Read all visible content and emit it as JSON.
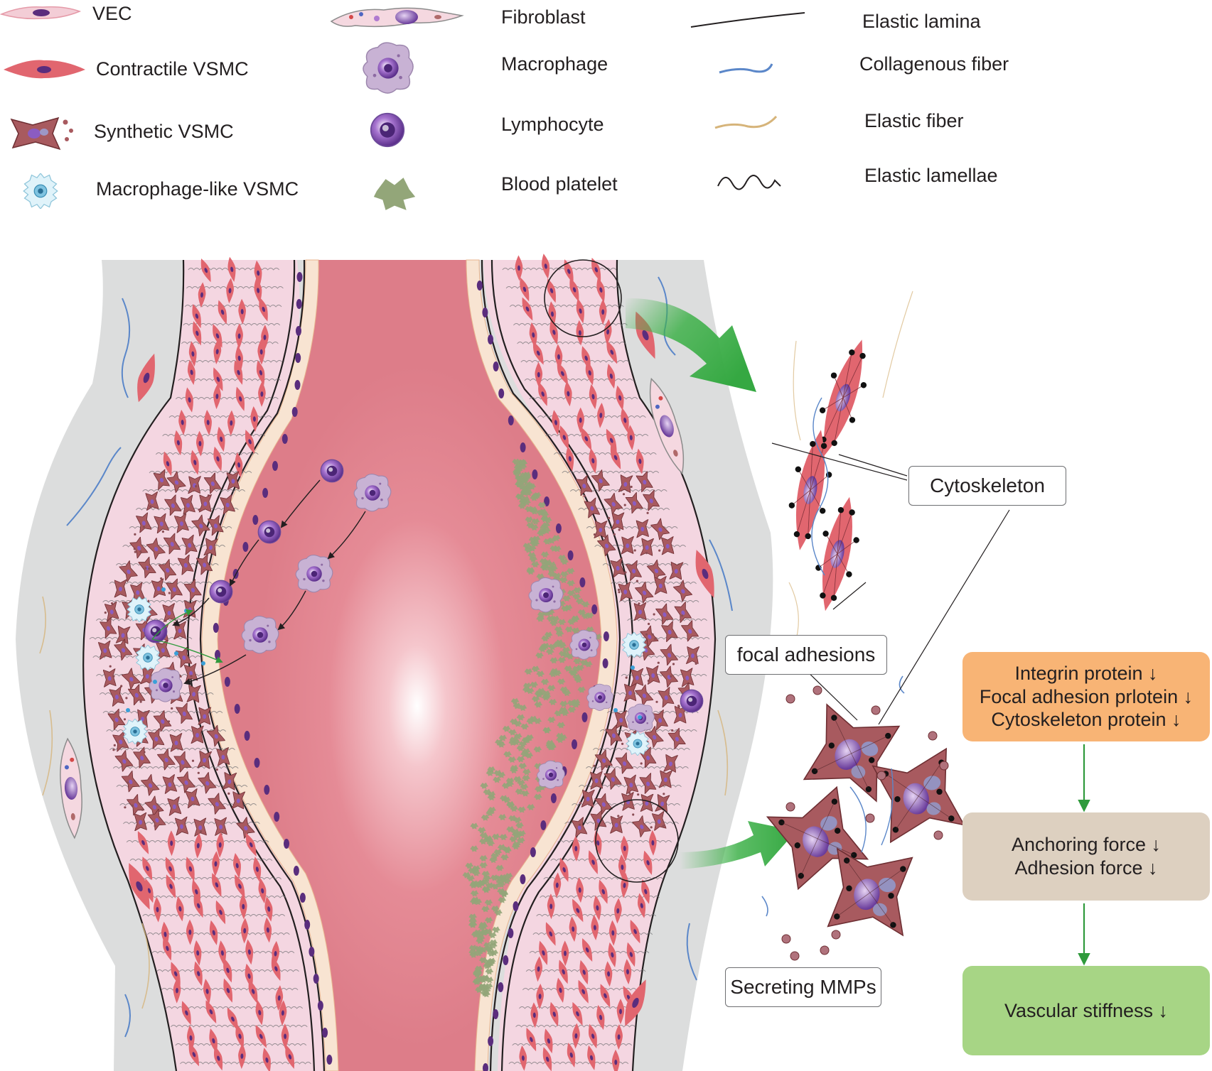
{
  "legend": {
    "col1": [
      "VEC",
      "Contractile VSMC",
      "Synthetic VSMC",
      "Macrophage-like VSMC"
    ],
    "col2": [
      "Fibroblast",
      "Macrophage",
      "Lymphocyte",
      "Blood platelet"
    ],
    "col3": [
      "Elastic lamina",
      "Collagenous fiber",
      "Elastic fiber",
      "Elastic lamellae"
    ]
  },
  "callouts": {
    "cytoskeleton": "Cytoskeleton",
    "focal_adhesions": "focal adhesions",
    "secreting_mmps": "Secreting MMPs"
  },
  "flow": {
    "box1": [
      "Integrin protein ↓",
      "Focal adhesion prlotein ↓",
      "Cytoskeleton protein ↓"
    ],
    "box2": [
      "Anchoring force ↓",
      "Adhesion force ↓"
    ],
    "box3": [
      "Vascular stiffness ↓"
    ]
  },
  "colors": {
    "adventitia": "#dcdddd",
    "media": "#f4d6e1",
    "lumen": "#dd7d89",
    "contractile_vsmc": "#e1666f",
    "synthetic_vsmc": "#a85a5f",
    "nucleus": "#7b4aa6",
    "platelet": "#93a679",
    "flow_arrow": "#3fb14a",
    "box1": "#f8b475",
    "box2": "#ddd0c0",
    "box3": "#a7d585"
  }
}
